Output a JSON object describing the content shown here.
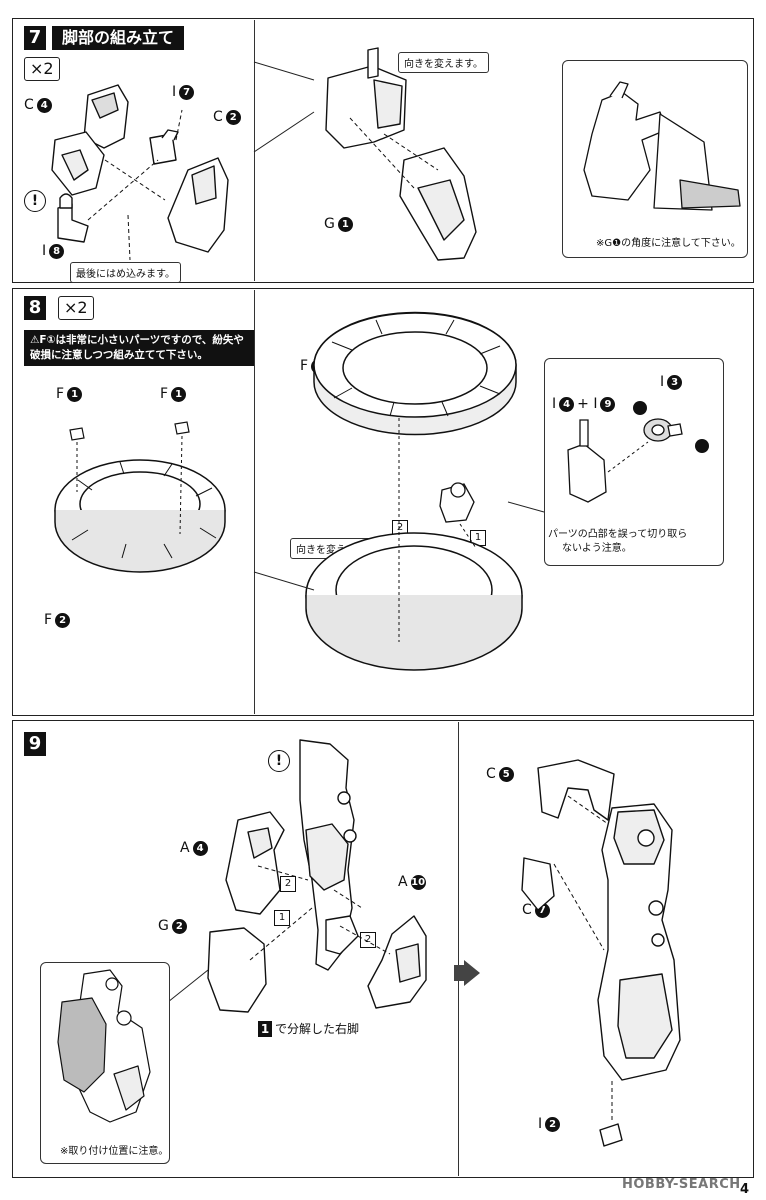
{
  "step7": {
    "number": "7",
    "title": "脚部の組み立て",
    "multiplier": "×2",
    "labels": {
      "c4": "C",
      "c4_num": "4",
      "i7": "I",
      "i7_num": "7",
      "c2": "C",
      "c2_num": "2",
      "i8": "I",
      "i8_num": "8",
      "g1": "G",
      "g1_num": "1"
    },
    "note_orientation": "向きを変えます。",
    "note_last": "最後にはめ込みます。",
    "note_angle": "※G❶の角度に注意して下さい。",
    "excl": "!"
  },
  "step8": {
    "number": "8",
    "multiplier": "×2",
    "warning_line1": "⚠F①は非常に小さいパーツですので、紛失や",
    "warning_line2": "破損に注意しつつ組み立てて下さい。",
    "labels": {
      "f1a": "F",
      "f1a_num": "1",
      "f1b": "F",
      "f1b_num": "1",
      "f2": "F",
      "f2_num": "2",
      "f3": "F",
      "f3_num": "3",
      "i4i9": "I",
      "i4i9_num1": "4",
      "i4i9_plus": "+ I",
      "i4i9_num2": "9",
      "i3": "I",
      "i3_num": "3"
    },
    "note_orientation": "向きを変えます。",
    "note_cut_line1": "パーツの凸部を誤って切り取ら",
    "note_cut_line2": "ないよう注意。",
    "step_ref_1": "1",
    "step_ref_2": "2",
    "excl": "!"
  },
  "step9": {
    "number": "9",
    "labels": {
      "a4": "A",
      "a4_num": "4",
      "g2": "G",
      "g2_num": "2",
      "a10": "A",
      "a10_num": "10",
      "c5": "C",
      "c5_num": "5",
      "c7": "C",
      "c7_num": "7",
      "i2": "I",
      "i2_num": "2"
    },
    "step_ref_1": "1",
    "step_ref_2": "2",
    "right_leg_ref_num": "1",
    "right_leg_caption": "で分解した右脚",
    "note_position": "※取り付け位置に注意。",
    "excl": "!"
  },
  "footer": {
    "logo": "HOBBY-SEARCH",
    "page": "4"
  },
  "colors": {
    "ink": "#111111",
    "panel_border": "#222222",
    "shade": "#bbbbbb"
  }
}
